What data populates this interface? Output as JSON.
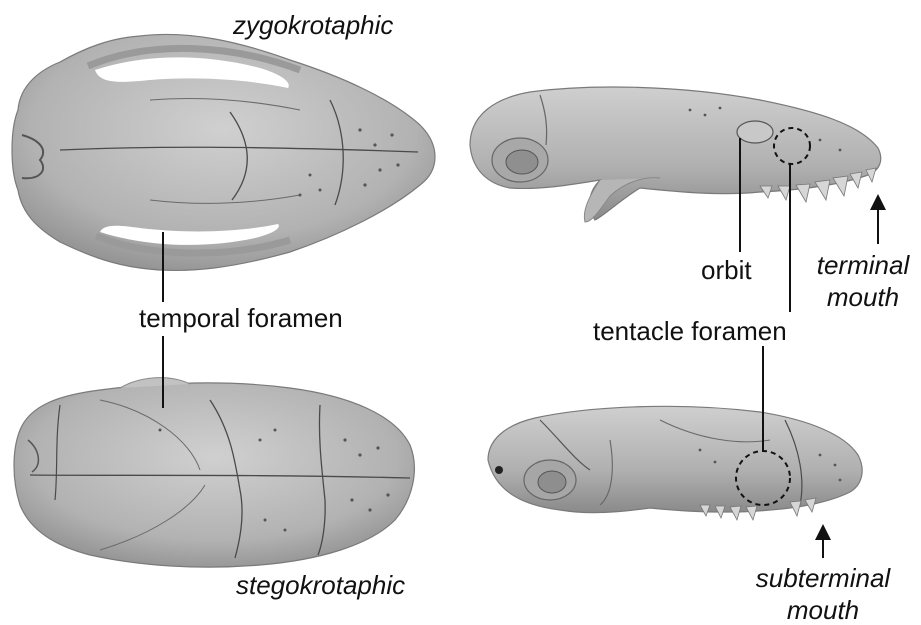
{
  "labels": {
    "zygokrotaphic": "zygokrotaphic",
    "stegokrotaphic": "stegokrotaphic",
    "temporal_foramen": "temporal foramen",
    "orbit": "orbit",
    "tentacle_foramen": "tentacle foramen",
    "terminal_line1": "terminal",
    "terminal_line2": "mouth",
    "subterminal_line1": "subterminal",
    "subterminal_line2": "mouth"
  },
  "colors": {
    "bone": "#b4b4b4",
    "bone_shadow": "#8e8e8e",
    "bone_highlight": "#d2d2d2",
    "suture": "#4a4a4a",
    "text": "#111111",
    "leader": "#111111"
  }
}
